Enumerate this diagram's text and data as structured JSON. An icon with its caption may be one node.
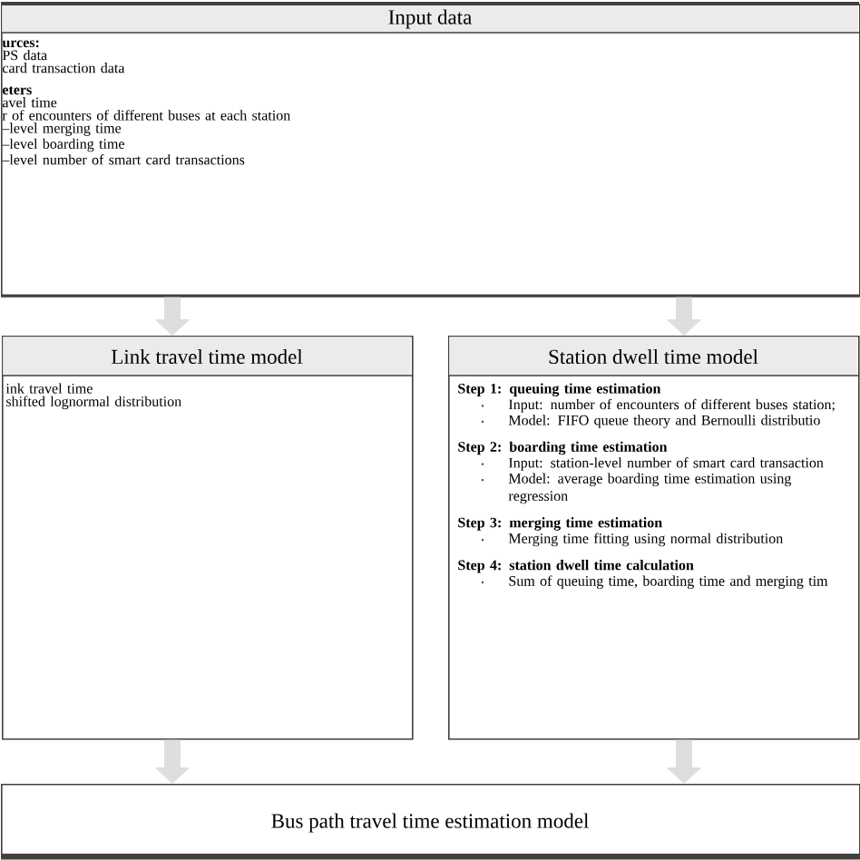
{
  "diagram": {
    "nodes": [
      {
        "text": [
          "Input data",
          "urces:",
          "PS data",
          "card transaction data",
          "eters",
          "avel time",
          "r of encounters of different buses at each station",
          "–level merging time",
          "–level boarding time",
          "–level number of smart card transactions"
        ]
      },
      {
        "text": [
          "Link travel time model",
          "ink travel time",
          "shifted lognormal distribution"
        ]
      },
      {
        "text": [
          "Station dwell time model",
          "Step 1: queuing time estimation",
          "Input: number of encounters of different buses station;",
          "Model: FIFO queue theory and Bernoulli distributio",
          "Step 2: boarding time estimation",
          "Input: station-level number of smart card transaction",
          "Model: average boarding time estimation using regression",
          "Step 3: merging time estimation",
          "Merging time fitting using normal distribution",
          "Step 4: station dwell time calculation",
          "Sum of queuing time, boarding time and merging tim"
        ]
      },
      {
        "text": [
          "Bus path travel time estimation model"
        ]
      }
    ],
    "edges": [
      {
        "from": 0,
        "to": 1,
        "arrow": "to"
      },
      {
        "from": 0,
        "to": 2,
        "arrow": "to"
      },
      {
        "from": 1,
        "to": 3,
        "arrow": "to"
      },
      {
        "from": 2,
        "to": 3,
        "arrow": "to"
      }
    ]
  }
}
